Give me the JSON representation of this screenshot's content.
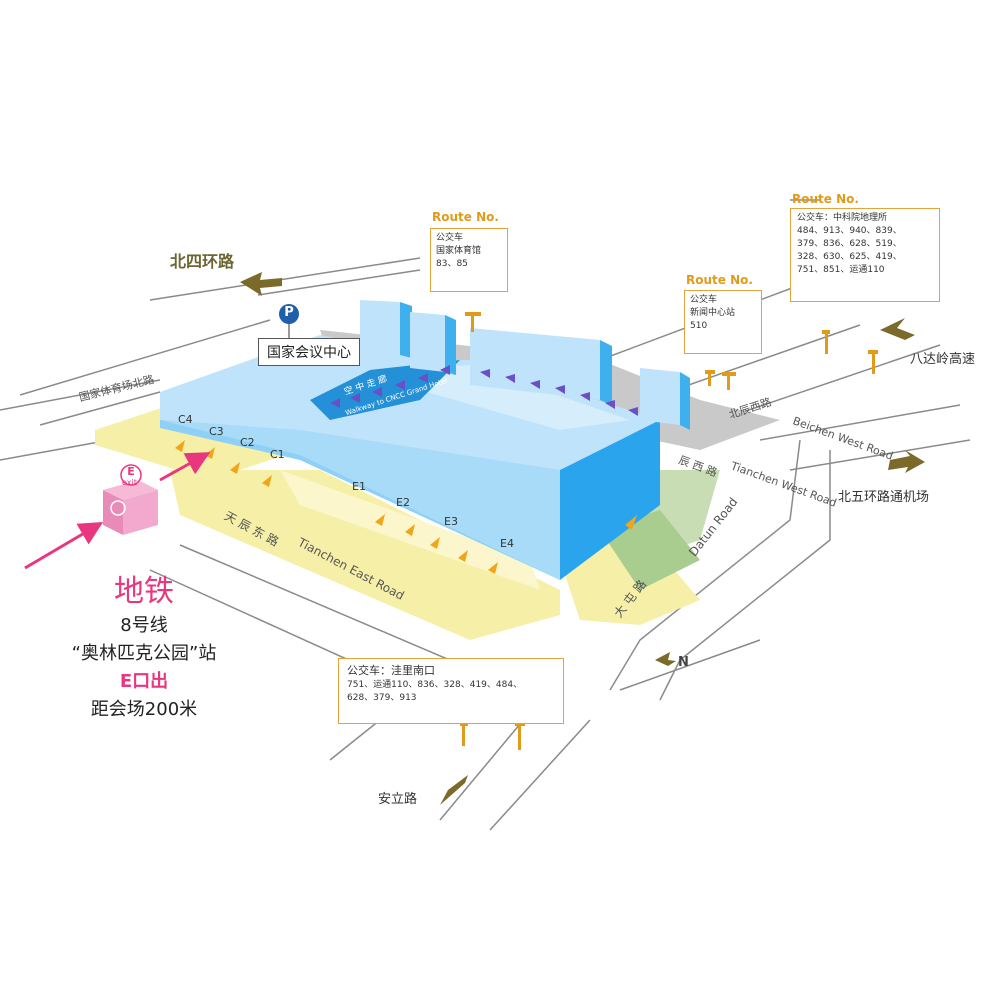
{
  "colors": {
    "road_stroke": "#8a8a8a",
    "road_label": "#6b6631",
    "building_top": "#bfe3fb",
    "building_side": "#3fb0ee",
    "building_wall": "#2aa4ec",
    "plaza_yellow": "#f6efa8",
    "green_lot": "#c8ddb3",
    "walk_arrow": "#f1a51b",
    "grand_hall": "#2390d7",
    "pink": "#e8367f",
    "route_orange": "#e29a1a",
    "direction_arrow": "#7b6a2a"
  },
  "roads": {
    "north4": "北四环路",
    "national_gym_north": "国家体育场北路",
    "beichen_west_cn": "北辰西路",
    "beichen_west_en": "Beichen West Road",
    "tianchen_west_cn": "辰 西 路",
    "tianchen_west_en": "Tianchen West Road",
    "tianchen_east_cn": "天 辰 东 路",
    "tianchen_east_en": "Tianchen East Road",
    "datun_cn": "大 屯 路",
    "datun_en": "Datun Road",
    "badaling": "八达岭高速",
    "north5_airport": "北五环路通机场",
    "anli": "安立路"
  },
  "venue": {
    "name": "国家会议中心",
    "grand_hall_cn": "空 中 走 廊",
    "grand_hall_en": "Walkway to CNCC Grand Hotel",
    "parking": "P",
    "halls_c": [
      "C4",
      "C3",
      "C2",
      "C1"
    ],
    "halls_e": [
      "E1",
      "E2",
      "E3",
      "E4"
    ]
  },
  "routes": [
    {
      "title": "Route No.",
      "lines": [
        "公交车",
        "国家体育馆",
        "83、85"
      ]
    },
    {
      "title": "Route No.",
      "lines": [
        "公交车",
        "新闻中心站",
        "510"
      ]
    },
    {
      "title": "Route No.",
      "lines": [
        "公交车：中科院地理所",
        "484、913、940、839、",
        "379、836、628、519、",
        "328、630、625、419、",
        "751、851、运通110"
      ]
    },
    {
      "title": "",
      "lines": [
        "公交车：洼里南口",
        "751、运通110、836、328、419、484、",
        "628、379、913"
      ]
    }
  ],
  "compass": "N",
  "metro": {
    "exit_letter": "E",
    "exit_word": "exit",
    "title": "地铁",
    "line": "8号线",
    "station": "“奥林匹克公园”站",
    "exit": "E口出",
    "distance": "距会场200米"
  }
}
